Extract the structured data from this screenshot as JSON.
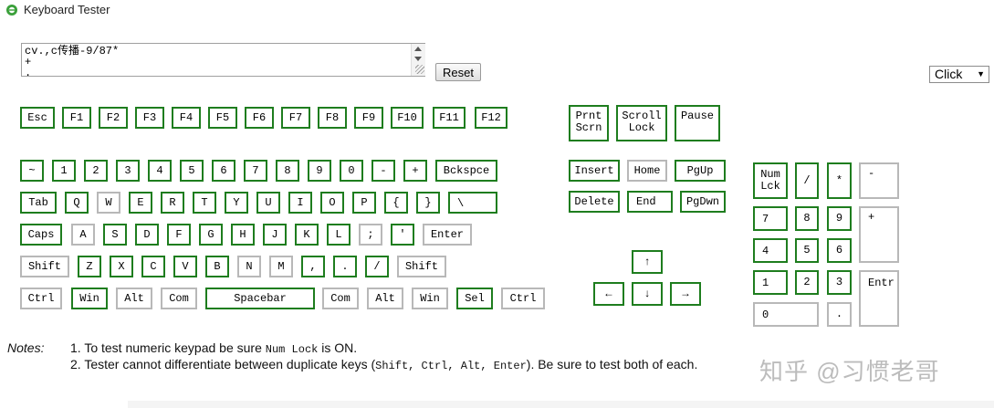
{
  "window": {
    "title": "Keyboard Tester",
    "icon": "ie-icon"
  },
  "input": {
    "value": "cv.,c传播-9/87*\n+\n."
  },
  "reset_label": "Reset",
  "select": {
    "value": "Click"
  },
  "keys": {
    "esc": "Esc",
    "f1": "F1",
    "f2": "F2",
    "f3": "F3",
    "f4": "F4",
    "f5": "F5",
    "f6": "F6",
    "f7": "F7",
    "f8": "F8",
    "f9": "F9",
    "f10": "F10",
    "f11": "F11",
    "f12": "F12",
    "prtscn": "Prnt\nScrn",
    "scrolllock": "Scroll\nLock",
    "pause": "Pause",
    "tilde": "~",
    "d1": "1",
    "d2": "2",
    "d3": "3",
    "d4": "4",
    "d5": "5",
    "d6": "6",
    "d7": "7",
    "d8": "8",
    "d9": "9",
    "d0": "0",
    "minus": "-",
    "plus": "+",
    "backspace": "Bckspce",
    "tab": "Tab",
    "q": "Q",
    "w": "W",
    "e": "E",
    "r": "R",
    "t": "T",
    "y": "Y",
    "u": "U",
    "i": "I",
    "o": "O",
    "p": "P",
    "lbrace": "{",
    "rbrace": "}",
    "backslash": "\\",
    "caps": "Caps",
    "a": "A",
    "s": "S",
    "d": "D",
    "f": "F",
    "g": "G",
    "h": "H",
    "j": "J",
    "k": "K",
    "l": "L",
    "semicolon": ";",
    "quote": "'",
    "enter": "Enter",
    "lshift": "Shift",
    "z": "Z",
    "x": "X",
    "c": "C",
    "v": "V",
    "b": "B",
    "n": "N",
    "m": "M",
    "comma": ",",
    "period": ".",
    "slash": "/",
    "rshift": "Shift",
    "lctrl": "Ctrl",
    "lwin": "Win",
    "lalt": "Alt",
    "lcom": "Com",
    "space": "Spacebar",
    "rcom": "Com",
    "ralt": "Alt",
    "rwin": "Win",
    "sel": "Sel",
    "rctrl": "Ctrl",
    "insert": "Insert",
    "home": "Home",
    "pgup": "PgUp",
    "delete": "Delete",
    "end": "End",
    "pgdn": "PgDwn",
    "up": "↑",
    "left": "←",
    "down": "↓",
    "right": "→",
    "numlock": "Num\nLck",
    "numdiv": "/",
    "nummul": "*",
    "numminus": "-",
    "num7": "7",
    "num8": "8",
    "num9": "9",
    "numplus": "+",
    "num4": "4",
    "num5": "5",
    "num6": "6",
    "num1": "1",
    "num2": "2",
    "num3": "3",
    "numenter": "Entr",
    "num0": "0",
    "numdot": "."
  },
  "notes": {
    "label": "Notes:",
    "n1_a": "1. To test numeric keypad be sure ",
    "n1_code": "Num Lock",
    "n1_b": " is ON.",
    "n2_a": "2. Tester cannot differentiate between duplicate keys (",
    "n2_code": "Shift, Ctrl, Alt, Enter",
    "n2_b": "). Be sure to test both of each."
  },
  "watermark": "知乎 @习惯老哥",
  "colors": {
    "key_border": "#1e7d1e",
    "key_border_inactive": "#b8b8b8"
  }
}
